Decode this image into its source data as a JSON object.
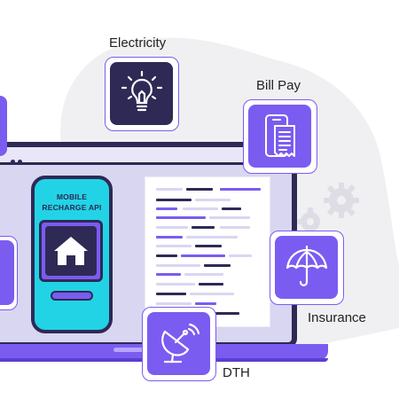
{
  "labels": {
    "electricity": "Electricity",
    "bill_pay": "Bill Pay",
    "insurance": "Insurance",
    "dth": "DTH"
  },
  "phone": {
    "title": "MOBILE RECHARGE API"
  },
  "icons": {
    "electricity": "lightbulb-icon",
    "bill_pay": "phone-receipt-icon",
    "insurance": "umbrella-icon",
    "dth": "satellite-dish-icon",
    "phone_card": "house-icon",
    "gears": "gear-icon"
  },
  "colors": {
    "accent": "#7b5cf0",
    "dark": "#2e2a55",
    "phone": "#22d3e6",
    "blob": "#f0f0f2",
    "screen": "#d9d6f2"
  }
}
